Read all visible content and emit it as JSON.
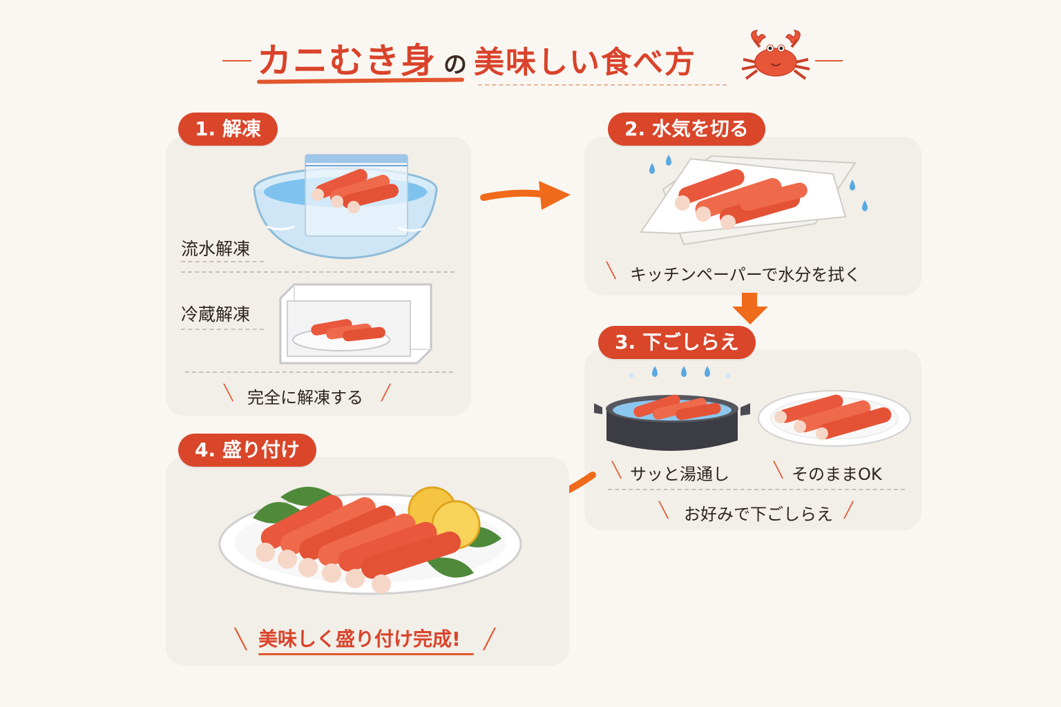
{
  "title": {
    "main": "カニむき身",
    "connector": "の",
    "sub": "美味しい食べ方",
    "icon": "crab-icon"
  },
  "steps": [
    {
      "badge": "1. 解凍",
      "methods": [
        "流水解凍",
        "冷蔵解凍"
      ],
      "caption": "完全に解凍する"
    },
    {
      "badge": "2. 水気を切る",
      "caption": "キッチンペーパーで水分を拭く"
    },
    {
      "badge": "3. 下ごしらえ",
      "options": [
        "サッと湯通し",
        "そのままOK"
      ],
      "caption": "お好みで下ごしらえ"
    },
    {
      "badge": "4. 盛り付け",
      "caption": "美味しく盛り付け完成!"
    }
  ],
  "colors": {
    "accent": "#d9462a",
    "arrow": "#ef6a1a",
    "panel": "#f2eee8",
    "background": "#faf7f2",
    "crab": "#e8563a",
    "water": "#5aa8e0"
  }
}
